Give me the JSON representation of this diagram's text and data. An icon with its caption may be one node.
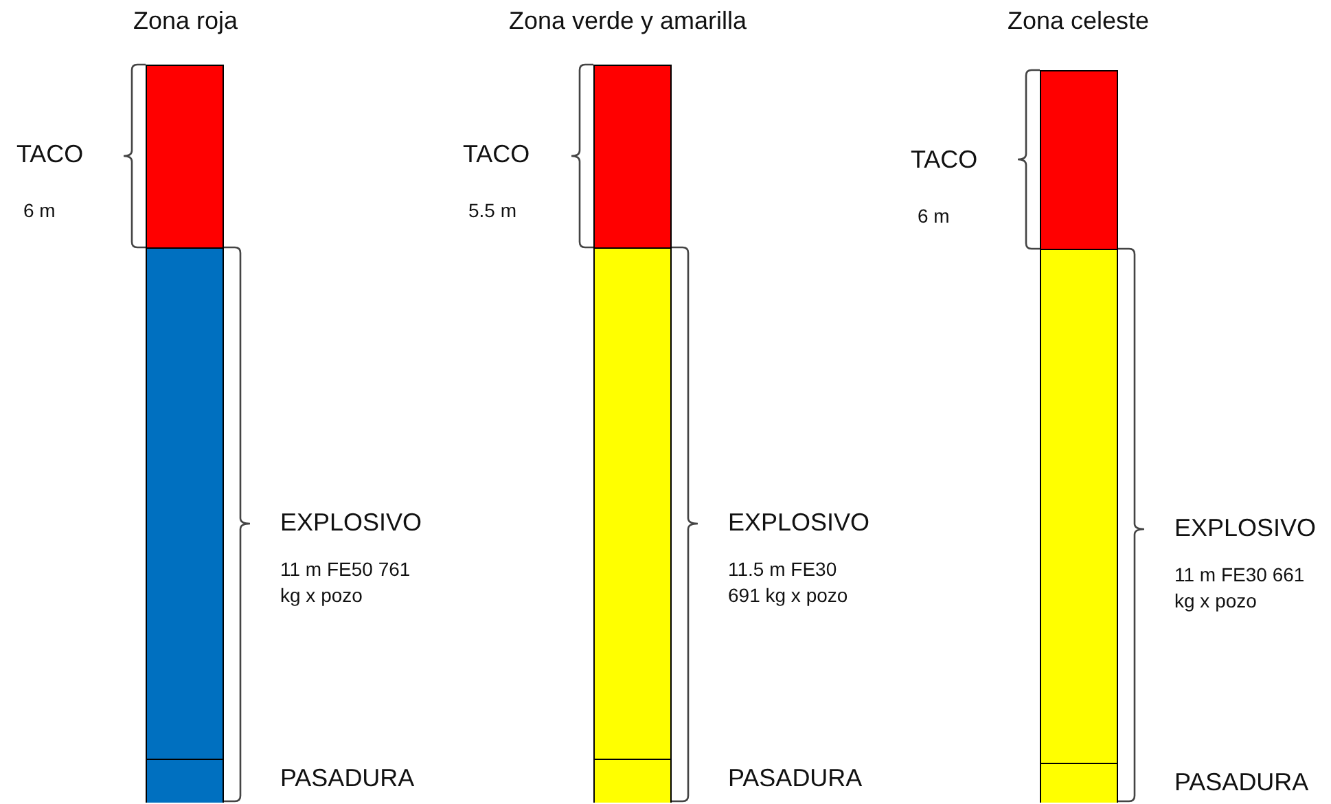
{
  "diagram": {
    "nodes": [
      {
        "text": [],
        "shape": "bar",
        "beside": [
          "TACO",
          "6 m"
        ]
      },
      {
        "text": [],
        "shape": "bar",
        "beside": [
          "EXPLOSIVO",
          "11 m FE50 761 kg x pozo"
        ]
      },
      {
        "text": [],
        "shape": "bar",
        "in": 1,
        "beside": [
          "PASADURA"
        ]
      },
      {
        "text": [],
        "shape": "bar",
        "beside": [
          "TACO",
          "5.5 m"
        ]
      },
      {
        "text": [],
        "shape": "bar",
        "beside": [
          "EXPLOSIVO",
          "11.5 m FE30 691 kg x pozo"
        ]
      },
      {
        "text": [],
        "shape": "bar",
        "in": 4,
        "beside": [
          "PASADURA"
        ]
      },
      {
        "text": [],
        "shape": "bar",
        "beside": [
          "TACO",
          "6 m"
        ]
      },
      {
        "text": [],
        "shape": "bar",
        "beside": [
          "EXPLOSIVO",
          "11 m FE30 661 kg x pozo"
        ]
      },
      {
        "text": [],
        "shape": "bar",
        "in": 7,
        "beside": [
          "PASADURA"
        ]
      }
    ],
    "labels": [
      "Zona roja",
      "Zona verde y amarilla",
      "Zona celeste"
    ]
  }
}
